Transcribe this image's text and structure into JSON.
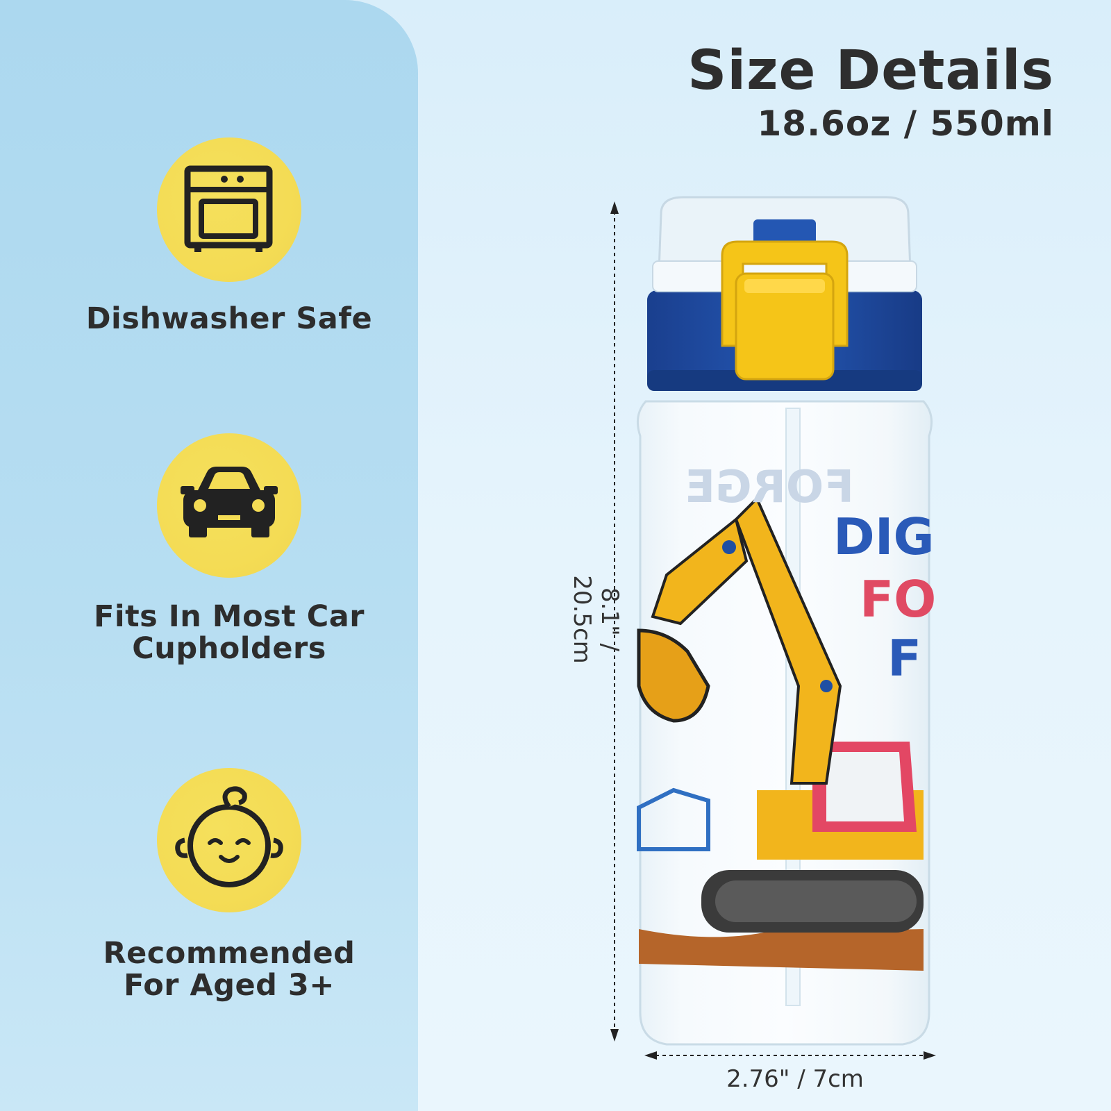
{
  "title": "Size Details",
  "capacity": "18.6oz / 550ml",
  "features": [
    {
      "icon": "oven-icon",
      "label": "Dishwasher Safe"
    },
    {
      "icon": "car-icon",
      "label": "Fits In Most Car\nCupholders"
    },
    {
      "icon": "baby-face-icon",
      "label": "Recommended\nFor Aged 3+"
    }
  ],
  "dimensions": {
    "height": "8.1\" / 20.5cm",
    "width": "2.76\" / 7cm"
  },
  "bottle_text": {
    "line1": "DIG",
    "line2": "FO",
    "line3": "F",
    "mirror": "FORGE"
  },
  "colors": {
    "panel": "#b3dcf1",
    "badge": "#f4dc55",
    "lid_blue": "#1f4fa3",
    "latch_yellow": "#f5c518",
    "excavator_yellow": "#f2b51c"
  }
}
